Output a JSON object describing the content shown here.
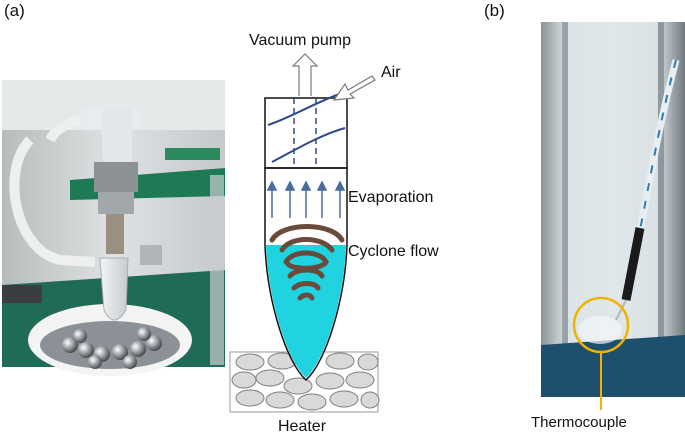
{
  "panel_a": {
    "label": "(a)",
    "annotations": {
      "vacuum": "Vacuum pump",
      "air": "Air",
      "evaporation": "Evaporation",
      "cyclone": "Cyclone flow",
      "heater": "Heater"
    }
  },
  "panel_b": {
    "label": "(b)",
    "annotations": {
      "thermocouple": "Thermocouple"
    }
  },
  "colors": {
    "liquid": "#1fd3e0",
    "arrows": "#4a6aa3",
    "outline": "#111111",
    "thermo_circle": "#f0b400",
    "vortex": "#6a4a3a"
  }
}
